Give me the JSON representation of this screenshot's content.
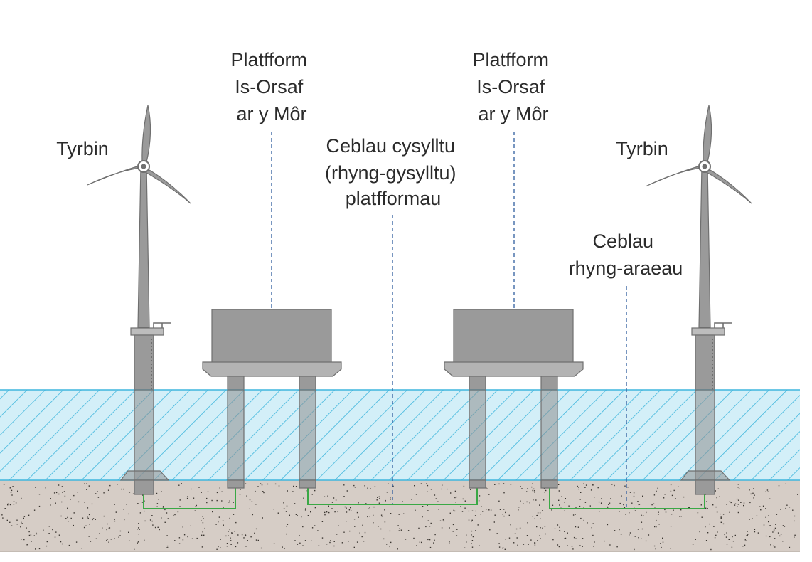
{
  "labels": {
    "turbine_left": "Tyrbin",
    "turbine_right": "Tyrbin",
    "platform_left": [
      "Platfform",
      "Is-Orsaf",
      "ar y Môr"
    ],
    "platform_right": [
      "Platfform",
      "Is-Orsaf",
      "ar y Môr"
    ],
    "interlink_cables": [
      "Ceblau cysylltu",
      "(rhyng-gysylltu)",
      "platfformau"
    ],
    "interarray_cables": [
      "Ceblau",
      "rhyng-araeau"
    ]
  },
  "colors": {
    "water_fill": "#d3eff8",
    "water_hatch": "#3fb6dd",
    "seabed": "#d6cdc6",
    "structure": "#9a9a9a",
    "structure_dark": "#6f6f6f",
    "cable": "#3aa845",
    "leader_line": "#2f5d9e",
    "text": "#2b2b2b"
  }
}
